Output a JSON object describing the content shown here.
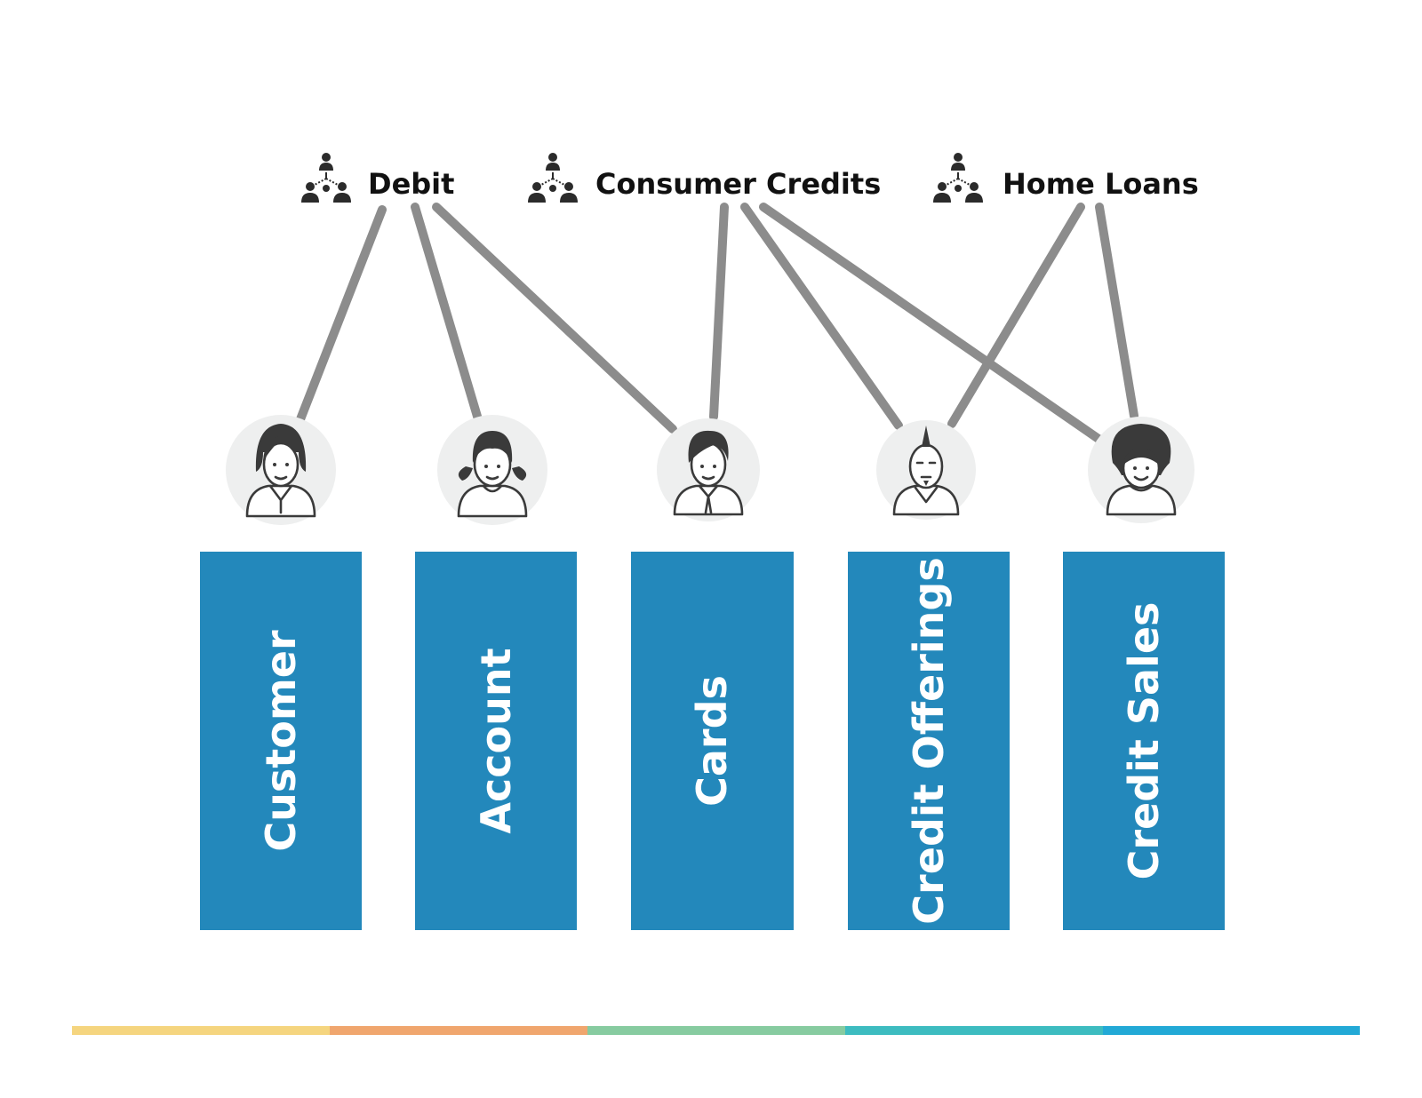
{
  "groups": [
    {
      "id": "debit",
      "label": "Debit",
      "icon": "org-chart-icon"
    },
    {
      "id": "consumer-credits",
      "label": "Consumer Credits",
      "icon": "org-chart-icon"
    },
    {
      "id": "home-loans",
      "label": "Home Loans",
      "icon": "org-chart-icon"
    }
  ],
  "entities": [
    {
      "id": "customer",
      "label": "Customer",
      "avatar": "woman-bob-hair-avatar-icon"
    },
    {
      "id": "account",
      "label": "Account",
      "avatar": "girl-pigtails-avatar-icon"
    },
    {
      "id": "cards",
      "label": "Cards",
      "avatar": "man-tie-avatar-icon"
    },
    {
      "id": "credit-offerings",
      "label": "Credit Offerings",
      "avatar": "man-mohawk-avatar-icon"
    },
    {
      "id": "credit-sales",
      "label": "Credit Sales",
      "avatar": "man-afro-avatar-icon"
    }
  ],
  "links": [
    {
      "from": "debit",
      "to": "customer"
    },
    {
      "from": "debit",
      "to": "account"
    },
    {
      "from": "debit",
      "to": "cards"
    },
    {
      "from": "consumer-credits",
      "to": "cards"
    },
    {
      "from": "consumer-credits",
      "to": "credit-offerings"
    },
    {
      "from": "consumer-credits",
      "to": "credit-sales"
    },
    {
      "from": "home-loans",
      "to": "credit-offerings"
    },
    {
      "from": "home-loans",
      "to": "credit-sales"
    }
  ],
  "colors": {
    "box": "#2388bb",
    "link": "#8c8c8c",
    "footer_stripes": [
      "#f5d57f",
      "#f0a66e",
      "#87cba0",
      "#3dbcc0",
      "#22a9d6"
    ]
  }
}
